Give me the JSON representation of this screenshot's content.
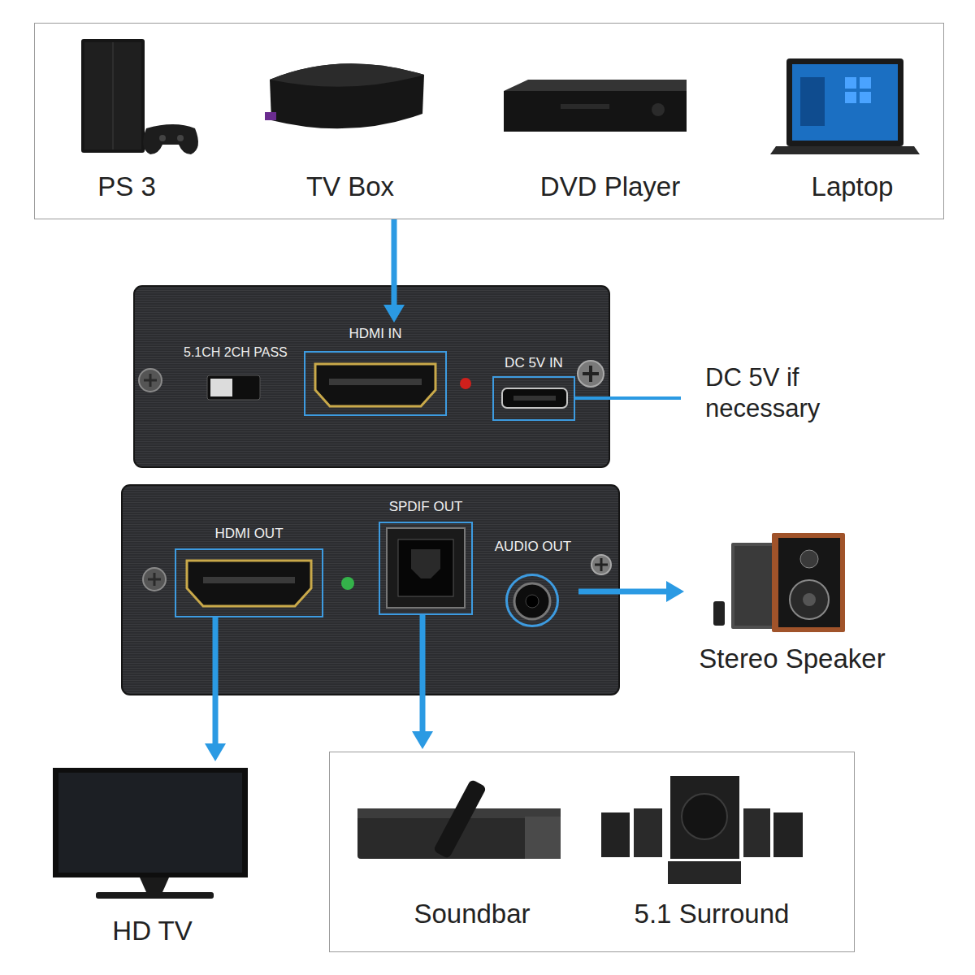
{
  "diagram": {
    "nodes": [
      {
        "text": []
      },
      {
        "text": [
          "PS 3"
        ],
        "in": 0
      },
      {
        "text": [
          "TV Box"
        ],
        "in": 0
      },
      {
        "text": [
          "DVD Player"
        ],
        "in": 0
      },
      {
        "text": [
          "Laptop"
        ],
        "in": 0
      },
      {
        "text": [
          "5.1CH 2CH PASS"
        ]
      },
      {
        "text": [
          "HDMI IN"
        ],
        "in": 5
      },
      {
        "text": [
          "DC 5V IN"
        ],
        "in": 5
      },
      {
        "text": []
      },
      {
        "text": [
          "HDMI OUT"
        ],
        "in": 8
      },
      {
        "text": [
          "SPDIF OUT"
        ],
        "in": 8
      },
      {
        "text": [
          "AUDIO OUT"
        ],
        "in": 8
      },
      {
        "text": [
          "Stereo Speaker"
        ]
      },
      {
        "text": [
          "HD TV"
        ]
      },
      {
        "text": []
      },
      {
        "text": [
          "Soundbar"
        ],
        "in": 14
      },
      {
        "text": [
          "5.1 Surround"
        ],
        "in": 14
      }
    ],
    "edges": [
      {
        "from": 0,
        "to": 6,
        "arrow": "to"
      },
      {
        "from": 9,
        "to": 13,
        "arrow": "to"
      },
      {
        "from": 10,
        "to": 14,
        "arrow": "to"
      },
      {
        "from": 11,
        "to": 12,
        "arrow": "to"
      }
    ],
    "labels": [
      "DC 5V if necessary"
    ]
  }
}
